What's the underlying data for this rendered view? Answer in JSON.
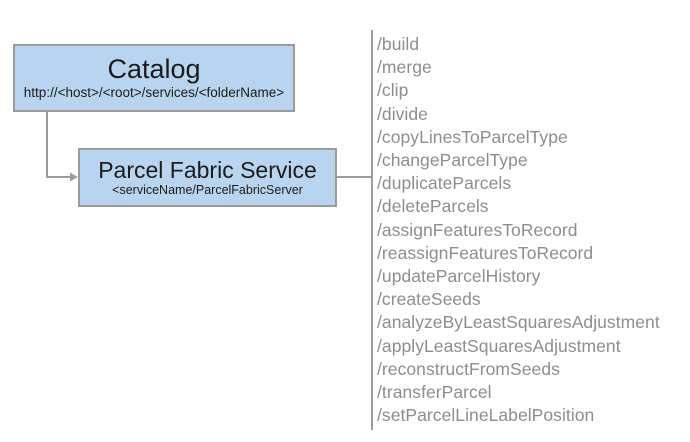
{
  "background_color": "#ffffff",
  "theme": {
    "node_fill": "#b8d4ee",
    "node_border": "#9b9b9b",
    "node_text": "#1c1c1c",
    "connector_color": "#9b9b9b",
    "rule_color": "#9b9b9b",
    "operation_text": "#8d8d8d"
  },
  "nodes": {
    "catalog": {
      "title": "Catalog",
      "subtitle": "http://<host>/<root>/services/<folderName>"
    },
    "service": {
      "title": "Parcel Fabric Service",
      "subtitle": "<serviceName/ParcelFabricServer"
    }
  },
  "connectors": [
    {
      "name": "catalog-to-service",
      "from": "catalog",
      "to": "service",
      "style": "elbow-with-arrow"
    },
    {
      "name": "service-to-operations",
      "from": "service",
      "to": "operations-rule",
      "style": "straight"
    }
  ],
  "operations": {
    "items": [
      "/build",
      "/merge",
      "/clip",
      "/divide",
      "/copyLinesToParcelType",
      "/changeParcelType",
      "/duplicateParcels",
      "/deleteParcels",
      "/assignFeaturesToRecord",
      "/reassignFeaturesToRecord",
      "/updateParcelHistory",
      "/createSeeds",
      "/analyzeByLeastSquaresAdjustment",
      "/applyLeastSquaresAdjustment",
      "/reconstructFromSeeds",
      "/transferParcel",
      "/setParcelLineLabelPosition"
    ]
  }
}
